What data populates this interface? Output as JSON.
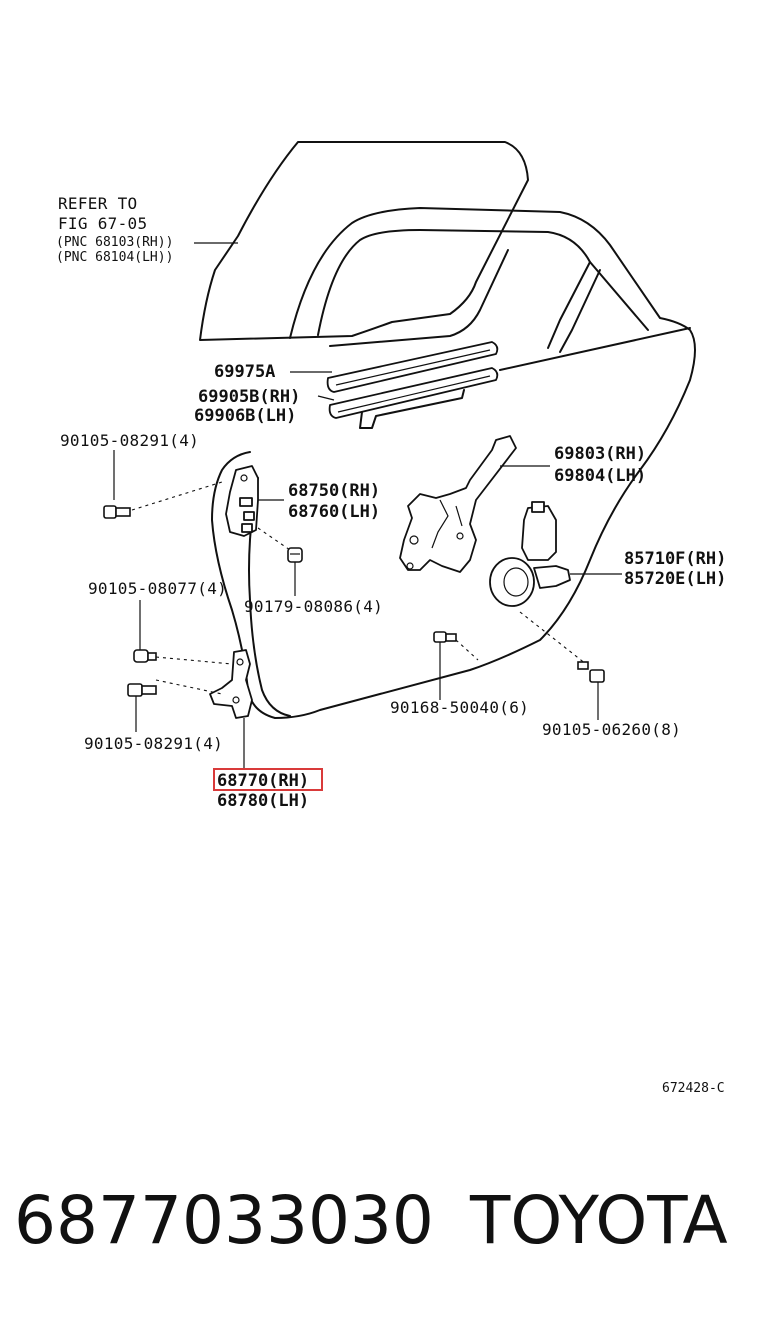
{
  "diagram": {
    "refer": {
      "line1": "REFER TO",
      "line2": "FIG 67-05",
      "line3": "(PNC 68103(RH))",
      "line4": "(PNC 68104(LH))"
    },
    "labels": {
      "p69975A": "69975A",
      "p69905B": "69905B(RH)",
      "p69906B": "69906B(LH)",
      "p90105_08291_top": "90105-08291(4)",
      "p68750": "68750(RH)",
      "p68760": "68760(LH)",
      "p69803": "69803(RH)",
      "p69804": "69804(LH)",
      "p85710F": "85710F(RH)",
      "p85720E": "85720E(LH)",
      "p90105_08077": "90105-08077(4)",
      "p90179_08086": "90179-08086(4)",
      "p90168_50040": "90168-50040(6)",
      "p90105_06260": "90105-06260(8)",
      "p90105_08291_bottom": "90105-08291(4)",
      "p68770": "68770(RH)",
      "p68780": "68780(LH)"
    },
    "drawing_code": "672428-C",
    "highlight_color": "#d93a3a"
  },
  "footer": {
    "part_number": "6877033030",
    "brand": "TOYOTA"
  }
}
